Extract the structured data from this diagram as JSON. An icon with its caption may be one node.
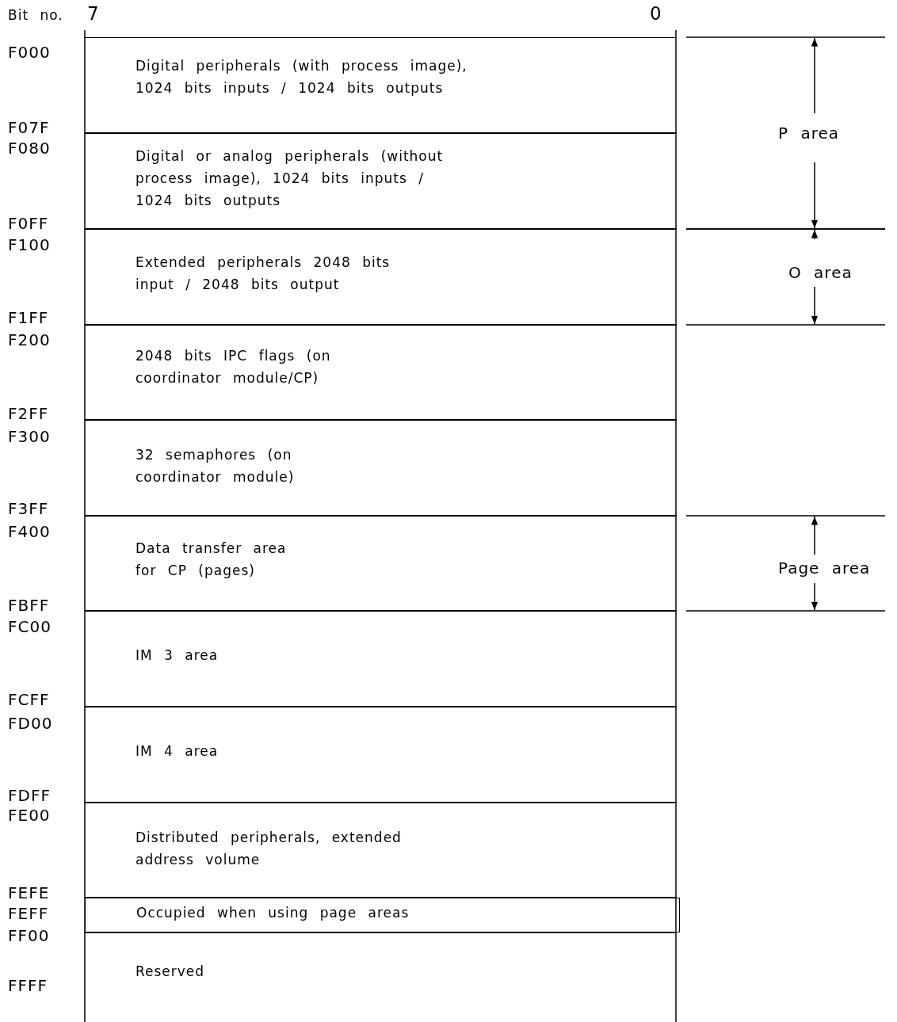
{
  "diagram": {
    "nodes": [
      {
        "text": [
          "Digital peripherals (with process image), 1024 bits inputs / 1024 bits outputs"
        ]
      },
      {
        "text": [
          "Digital or analog peripherals (without process image), 1024 bits inputs / 1024 bits outputs"
        ]
      },
      {
        "text": [
          "Extended peripherals 2048 bits input / 2048 bits output"
        ]
      },
      {
        "text": [
          "2048 bits IPC flags (on coordinator module/CP)"
        ]
      },
      {
        "text": [
          "32 semaphores (on coordinator module)"
        ]
      },
      {
        "text": [
          "Data transfer area for CP (pages)"
        ]
      },
      {
        "text": [
          "IM 3 area"
        ]
      },
      {
        "text": [
          "IM 4 area"
        ]
      },
      {
        "text": [
          "Distributed peripherals, extended address volume"
        ]
      },
      {
        "text": [
          "Occupied when using page areas"
        ]
      },
      {
        "text": [
          "Reserved"
        ]
      }
    ],
    "edges": [],
    "labels": [
      "Bit no.",
      "7",
      "0",
      "F000",
      "P area",
      "F07F",
      "F080",
      "F0FF",
      "F100",
      "O area",
      "F1FF",
      "F200",
      "F2FF",
      "F300",
      "F3FF",
      "F400",
      "Page area",
      "FBFF",
      "FC00",
      "FCFF",
      "FD00",
      "FDFF",
      "FE00",
      "FEFE",
      "FEFF",
      "FF00",
      "FFFF"
    ]
  }
}
